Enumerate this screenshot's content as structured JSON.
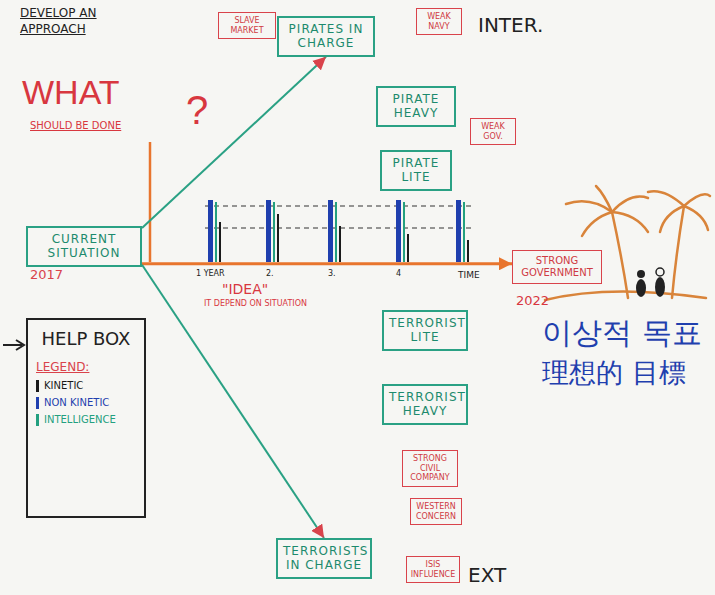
{
  "diagram": {
    "title": "DEVELOP AN APPROACH",
    "nodes": [
      {
        "text": [
          "SLAVE MARKET"
        ]
      },
      {
        "text": [
          "PIRATES IN CHARGE"
        ]
      },
      {
        "text": [
          "WEAK NAVY"
        ]
      },
      {
        "text": [
          "PIRATE HEAVY"
        ]
      },
      {
        "text": [
          "WEAK GOV."
        ]
      },
      {
        "text": [
          "PIRATE LITE"
        ]
      },
      {
        "text": [
          "CURRENT SITUATION",
          "2017"
        ]
      },
      {
        "text": [
          "STRONG GOVERNMENT"
        ]
      },
      {
        "text": [
          "HELP BOX",
          "LEGEND:"
        ]
      },
      {
        "text": [
          "TERRORIST LITE"
        ]
      },
      {
        "text": [
          "TERRORIST HEAVY"
        ]
      },
      {
        "text": [
          "STRONG CIVIL COMPANY"
        ]
      },
      {
        "text": [
          "WESTERN CONCERN"
        ]
      },
      {
        "text": [
          "TERRORISTS IN CHARGE"
        ]
      },
      {
        "text": [
          "ISIS INFLUENCE"
        ]
      }
    ],
    "edges": [
      {
        "from": 6,
        "to": 1,
        "arrow": "to"
      },
      {
        "from": 6,
        "to": 7,
        "arrow": "to"
      },
      {
        "from": 6,
        "to": 13,
        "arrow": "to"
      }
    ],
    "labels": [
      "WHAT",
      "SHOULD BE DONE",
      "?",
      "INTER.",
      "1 YEAR",
      "2.",
      "3.",
      "4",
      "TIME",
      "\"IDEA\"",
      "IT DEPEND ON SITUATION",
      "2022",
      "이상적 목표",
      "理想的 目標",
      "EXT"
    ],
    "legend": [
      {
        "text": "KINETIC",
        "color": "#1a1a1a"
      },
      {
        "text": "NON KINETIC",
        "color": "#1f3fae"
      },
      {
        "text": "INTELLIGENCE",
        "color": "#23a07f"
      }
    ]
  }
}
